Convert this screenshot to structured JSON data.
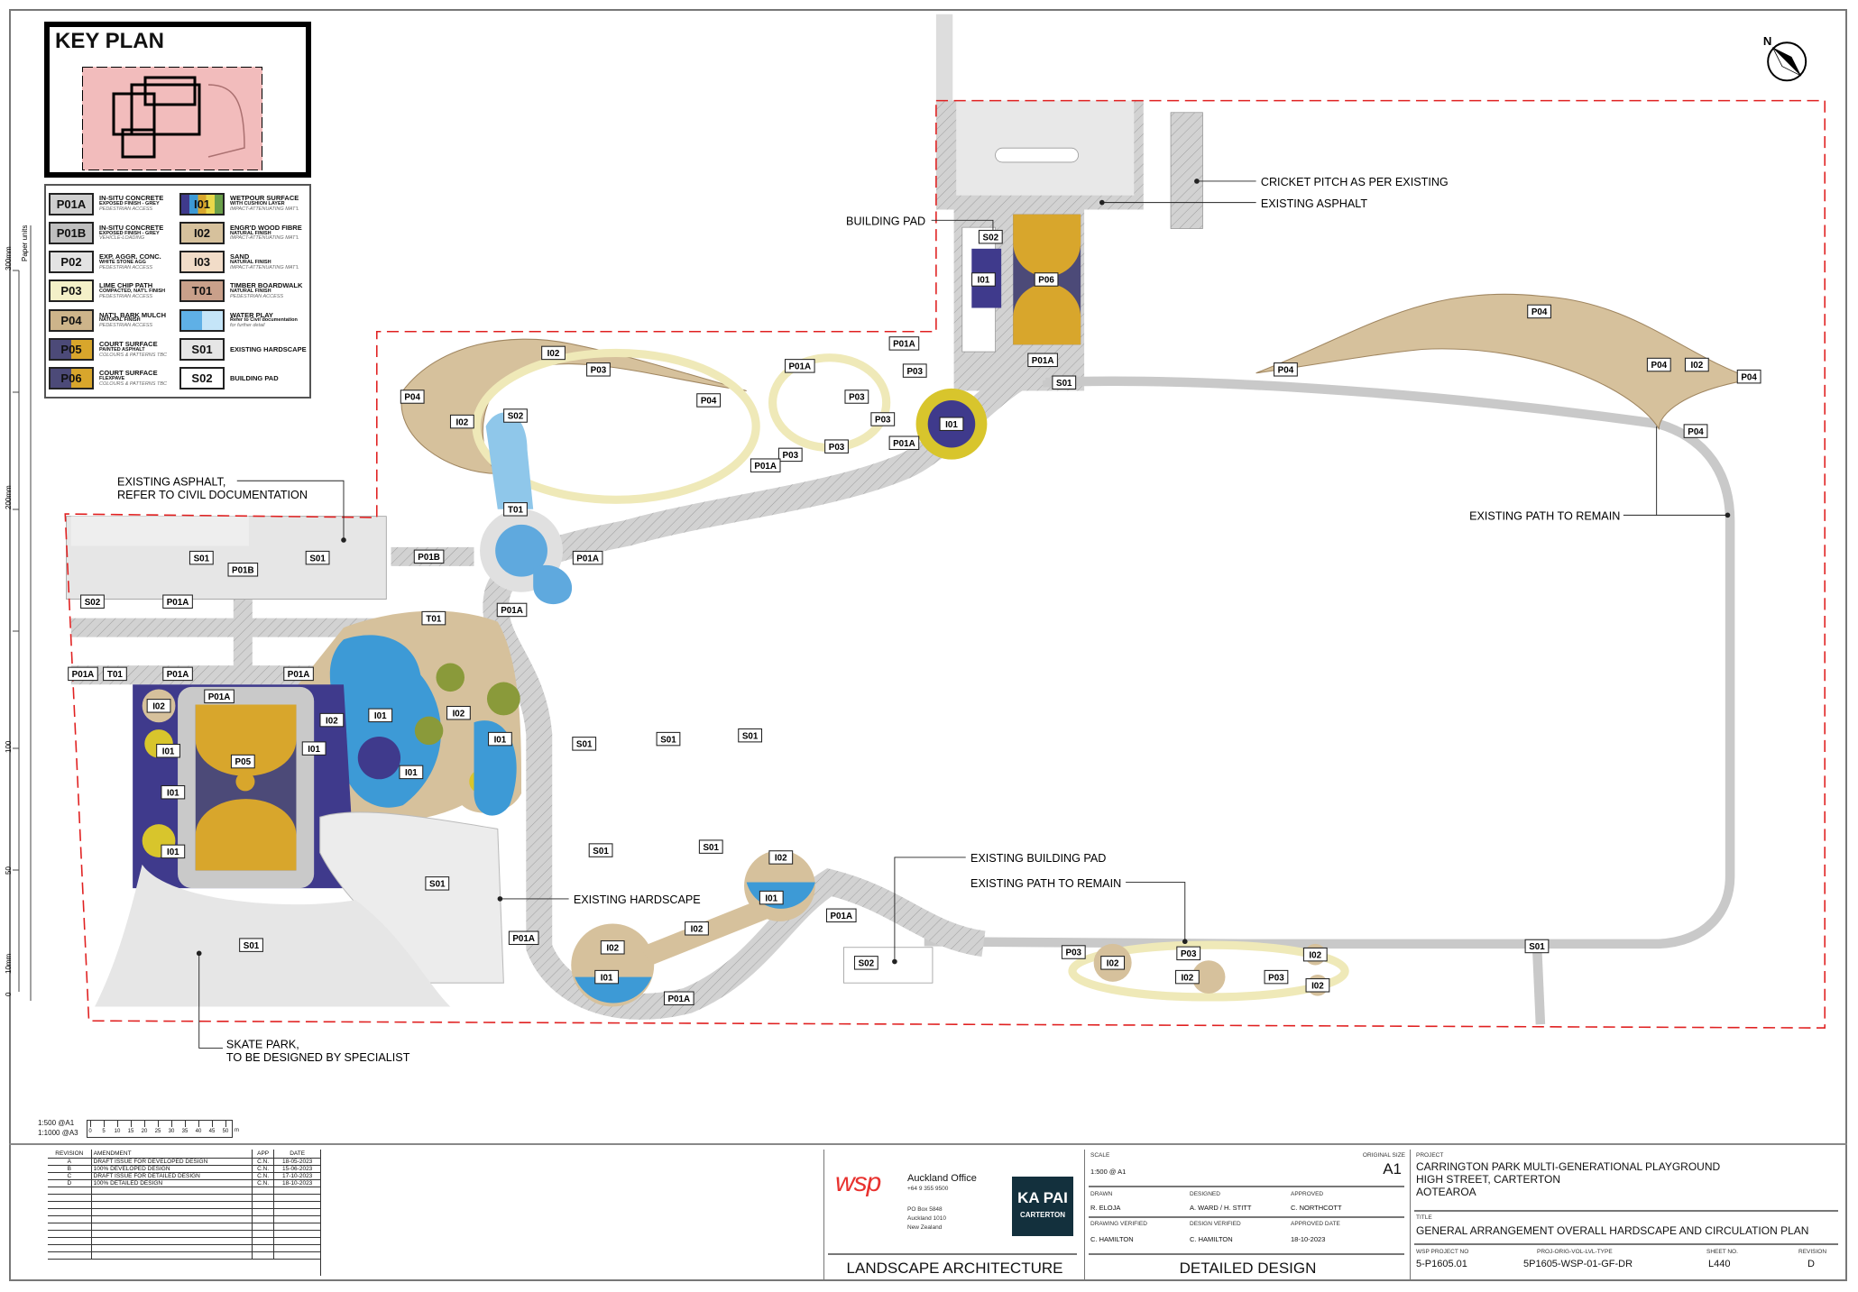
{
  "key_plan": {
    "title": "KEY PLAN"
  },
  "legend": [
    {
      "code": "P01A",
      "line1": "IN-SITU CONCRETE",
      "line2": "EXPOSED FINISH - GREY",
      "line3": "PEDESTRIAN ACCESS",
      "color": "#cfcfcf",
      "text_color": "#000"
    },
    {
      "code": "I01",
      "line1": "WETPOUR SURFACE",
      "line2": "WITH CUSHION LAYER",
      "line3": "IMPACT-ATTENUATING MAT'L",
      "color": "multi",
      "text_color": "#000"
    },
    {
      "code": "P01B",
      "line1": "IN-SITU CONCRETE",
      "line2": "EXPOSED FINISH - GREY",
      "line3": "VEHICLE-LOADING",
      "color": "#bfbfbf",
      "text_color": "#000"
    },
    {
      "code": "I02",
      "line1": "ENGR'D WOOD FIBRE",
      "line2": "NATURAL FINISH",
      "line3": "IMPACT-ATTENUATING MAT'L",
      "color": "#d6c19c",
      "text_color": "#000"
    },
    {
      "code": "P02",
      "line1": "EXP. AGGR. CONC.",
      "line2": "WHITE STONE AGG",
      "line3": "PEDESTRIAN ACCESS",
      "color": "#e3e3e3",
      "text_color": "#000"
    },
    {
      "code": "I03",
      "line1": "SAND",
      "line2": "NATURAL FINISH",
      "line3": "IMPACT-ATTENUATING MAT'L",
      "color": "#f1dcc8",
      "text_color": "#000"
    },
    {
      "code": "P03",
      "line1": "LIME CHIP PATH",
      "line2": "COMPACTED, NAT'L FINISH",
      "line3": "PEDESTRIAN ACCESS",
      "color": "#f4f0c8",
      "text_color": "#000"
    },
    {
      "code": "T01",
      "line1": "TIMBER BOARDWALK",
      "line2": "NATURAL FINISH",
      "line3": "PEDESTRIAN ACCESS",
      "color": "#c9a08a",
      "text_color": "#000"
    },
    {
      "code": "P04",
      "line1": "NAT'L BARK MULCH",
      "line2": "NATURAL FINISH",
      "line3": "PEDESTRIAN ACCESS",
      "color": "#cdb48a",
      "text_color": "#000"
    },
    {
      "code": "",
      "line1": "WATER PLAY",
      "line2": "Refer to Civil documentation",
      "line3": "for further detail",
      "color": "water",
      "text_color": "#000"
    },
    {
      "code": "P05",
      "line1": "COURT SURFACE",
      "line2": "PAINTED ASPHALT",
      "line3": "COLOURS & PATTERNS TBC",
      "color": "court",
      "text_color": "#000"
    },
    {
      "code": "S01",
      "line1": "EXISTING HARDSCAPE",
      "line2": "",
      "line3": "",
      "color": "#e6e6e6",
      "text_color": "#000"
    },
    {
      "code": "P06",
      "line1": "COURT SURFACE",
      "line2": "FLEXPAVE",
      "line3": "COLOURS & PATTERNS TBC",
      "color": "court",
      "text_color": "#000"
    },
    {
      "code": "S02",
      "line1": "BUILDING PAD",
      "line2": "",
      "line3": "",
      "color": "#ffffff",
      "text_color": "#000"
    }
  ],
  "vertical_scale": {
    "title": "Paper units",
    "labels": [
      "300mm",
      "200mm",
      "100",
      "50",
      "10mm",
      "0"
    ]
  },
  "plan_tags": [
    "S02",
    "I01",
    "P06",
    "P01A",
    "S01",
    "I01",
    "P01A",
    "P03",
    "P01A",
    "P03",
    "P03",
    "P03",
    "P03",
    "P01A",
    "P01A",
    "P04",
    "P04",
    "I02",
    "P03",
    "I02",
    "S02",
    "T01",
    "P01A",
    "P01B",
    "S01",
    "S01",
    "P01B",
    "S02",
    "P01A",
    "P01A",
    "T01",
    "P01A",
    "T01",
    "P01A",
    "P01A",
    "P01A",
    "I02",
    "I01",
    "P05",
    "I01",
    "I02",
    "I01",
    "I02",
    "I01",
    "I01",
    "I01",
    "I01",
    "S01",
    "S01",
    "S01",
    "S01",
    "S01",
    "S01",
    "S01",
    "I02",
    "I01",
    "I02",
    "P01A",
    "I02",
    "I01",
    "P01A",
    "S02",
    "P01A",
    "P03",
    "I02",
    "P03",
    "I02",
    "P03",
    "I02",
    "I02",
    "S01",
    "P04",
    "P04",
    "P04",
    "I02",
    "P04",
    "P04"
  ],
  "callouts": {
    "cricket_pitch": "CRICKET PITCH AS PER EXISTING",
    "existing_asphalt": "EXISTING ASPHALT",
    "building_pad": "BUILDING PAD",
    "existing_asphalt_civil_1": "EXISTING ASPHALT,",
    "existing_asphalt_civil_2": "REFER TO CIVIL DOCUMENTATION",
    "existing_path_right": "EXISTING PATH TO REMAIN",
    "existing_building_pad": "EXISTING BUILDING PAD",
    "existing_path_bottom": "EXISTING PATH TO REMAIN",
    "existing_hardscape": "EXISTING HARDSCAPE",
    "skate_park_1": "SKATE PARK,",
    "skate_park_2": "TO BE DESIGNED BY SPECIALIST"
  },
  "north_arrow": {
    "label": "N"
  },
  "scale_bar": {
    "line1": "1:500  @A1",
    "line2": "1:1000 @A3",
    "ticks": [
      "0",
      "5",
      "10",
      "15",
      "20",
      "25",
      "30",
      "35",
      "40",
      "45",
      "50"
    ],
    "unit": "m"
  },
  "revisions": {
    "headers": [
      "REVISION",
      "AMENDMENT",
      "APP",
      "DATE"
    ],
    "rows": [
      {
        "rev": "A",
        "amendment": "DRAFT ISSUE FOR DEVELOPED DESIGN",
        "app": "C.N.",
        "date": "18-05-2023"
      },
      {
        "rev": "B",
        "amendment": "100% DEVELOPED DESIGN",
        "app": "C.N.",
        "date": "15-06-2023"
      },
      {
        "rev": "C",
        "amendment": "DRAFT ISSUE FOR DETAILED DESIGN",
        "app": "C.N.",
        "date": "17-10-2023"
      },
      {
        "rev": "D",
        "amendment": "100% DETAILED DESIGN",
        "app": "C.N.",
        "date": "18-10-2023"
      }
    ]
  },
  "title_block": {
    "company": {
      "logo": "wsp",
      "office": "Auckland Office",
      "phone": "+64 9 355 9500",
      "address1": "PO Box 5848",
      "address2": "Auckland 1010",
      "address3": "New Zealand",
      "client_logo_1": "KA PAI",
      "client_logo_2": "CARTERTON",
      "brand_color": "#e8322f"
    },
    "discipline": "LANDSCAPE ARCHITECTURE",
    "scale_label": "SCALE",
    "scale": "1:500 @ A1",
    "original_size_label": "ORIGINAL SIZE",
    "original_size": "A1",
    "drawn_label": "DRAWN",
    "drawn": "R. ELOJA",
    "designed_label": "DESIGNED",
    "designed": "A. WARD / H. STITT",
    "approved_label": "APPROVED",
    "approved": "C. NORTHCOTT",
    "drawing_verified_label": "DRAWING VERIFIED",
    "drawing_verified": "C. HAMILTON",
    "design_verified_label": "DESIGN VERIFIED",
    "design_verified": "C. HAMILTON",
    "approved_date_label": "APPROVED DATE",
    "approved_date": "18-10-2023",
    "stage": "DETAILED DESIGN",
    "project_label": "PROJECT",
    "project_1": "CARRINGTON PARK MULTI-GENERATIONAL PLAYGROUND",
    "project_2": "HIGH STREET, CARTERTON",
    "project_3": "AOTEAROA",
    "title_label": "TITLE",
    "title": "GENERAL ARRANGEMENT OVERALL HARDSCAPE AND CIRCULATION PLAN",
    "wsp_project_no_label": "WSP PROJECT NO",
    "wsp_project_no": "5-P1605.01",
    "proj_code_label": "PROJ-ORIG-VOL-LVL-TYPE",
    "proj_code": "5P1605-WSP-01-GF-DR",
    "sheet_no_label": "SHEET NO.",
    "sheet_no": "L440",
    "revision_label": "REVISION",
    "revision": "D"
  }
}
